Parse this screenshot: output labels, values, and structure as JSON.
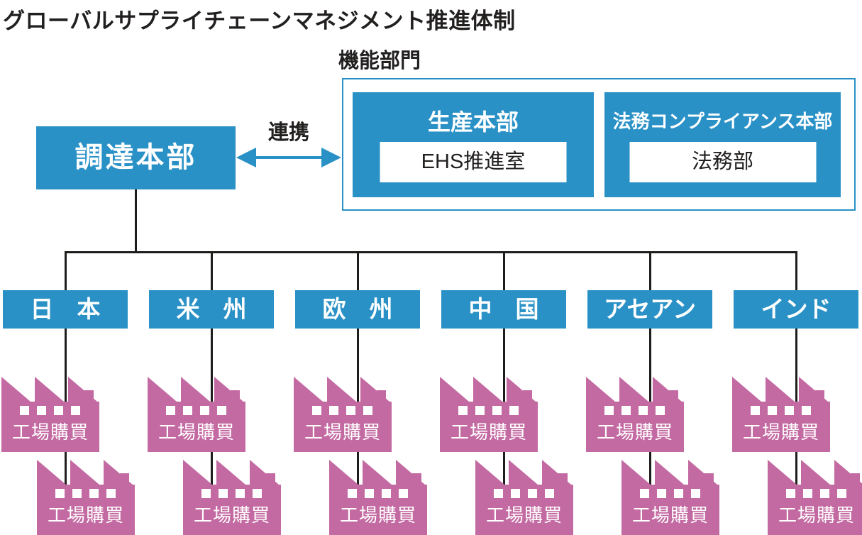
{
  "title": "グローバルサプライチェーンマネジメント推進体制",
  "colors": {
    "box_blue": "#2a91c6",
    "factory_magenta": "#c46aa2",
    "text_dark": "#221f1f",
    "connector_line": "#1d1d1b",
    "box_text": "#ffffff"
  },
  "procurement_hq": {
    "label": "調達本部"
  },
  "collaboration": {
    "label": "連携"
  },
  "functional_division": {
    "label": "機能部門",
    "departments": [
      {
        "name": "生産本部",
        "sub": "EHS推進室"
      },
      {
        "name": "法務コンプライアンス本部",
        "sub": "法務部"
      }
    ]
  },
  "regions": [
    {
      "label": "日　本"
    },
    {
      "label": "米　州"
    },
    {
      "label": "欧　州"
    },
    {
      "label": "中　国"
    },
    {
      "label": "アセアン"
    },
    {
      "label": "インド"
    }
  ],
  "factory_label": "工場購買"
}
